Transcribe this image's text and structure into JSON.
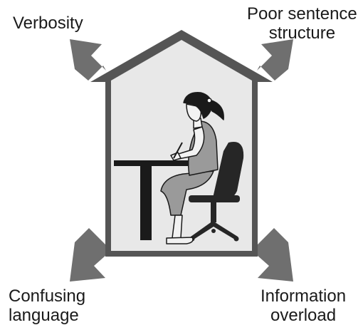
{
  "labels": {
    "top_left": [
      "Verbosity"
    ],
    "top_right": [
      "Poor sentence",
      "structure"
    ],
    "bottom_left": [
      "Confusing",
      "language"
    ],
    "bottom_right": [
      "Information",
      "overload"
    ]
  },
  "colors": {
    "arrow": "#6f6f6f",
    "house_outline": "#555555",
    "house_fill": "#e8e8e8",
    "ink": "#1a1a1a",
    "skin": "#f2f2f2",
    "dress": "#9a9a9a",
    "chair": "#262626"
  }
}
